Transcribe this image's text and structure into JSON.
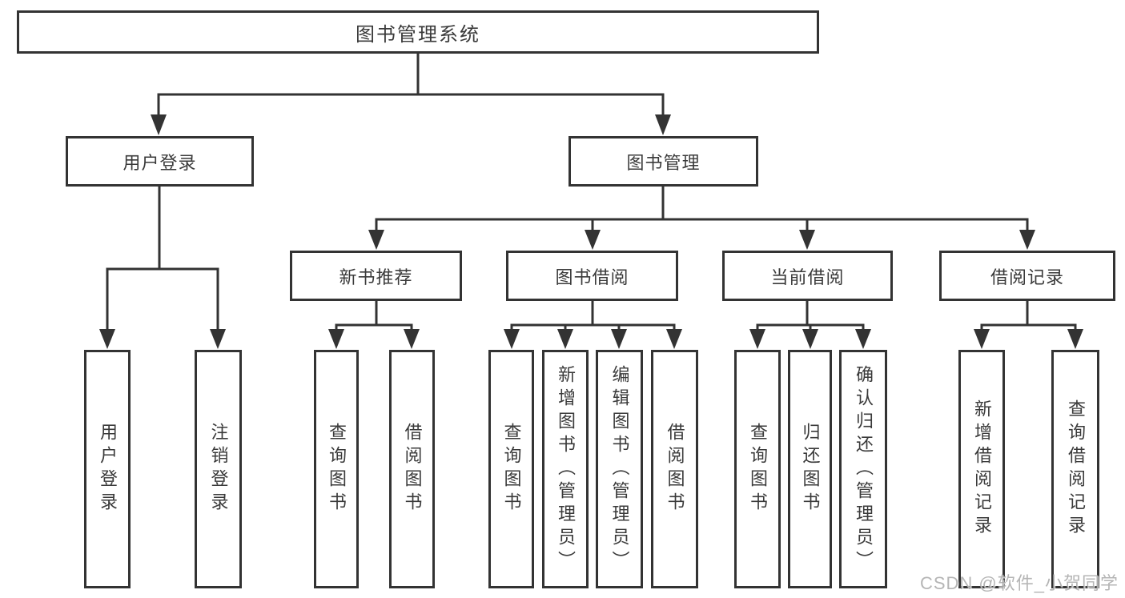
{
  "watermark": "CSDN @软件_小贺同学",
  "tree": {
    "root": "图书管理系统",
    "branches": [
      {
        "label": "用户登录",
        "leaves": [
          "用户登录",
          "注销登录"
        ]
      },
      {
        "label": "图书管理",
        "groups": [
          {
            "label": "新书推荐",
            "leaves": [
              "查询图书",
              "借阅图书"
            ]
          },
          {
            "label": "图书借阅",
            "leaves": [
              "查询图书",
              "新增图书（管理员）",
              "编辑图书（管理员）",
              "借阅图书"
            ]
          },
          {
            "label": "当前借阅",
            "leaves": [
              "查询图书",
              "归还图书",
              "确认归还（管理员）"
            ]
          },
          {
            "label": "借阅记录",
            "leaves": [
              "新增借阅记录",
              "查询借阅记录"
            ]
          }
        ]
      }
    ]
  }
}
